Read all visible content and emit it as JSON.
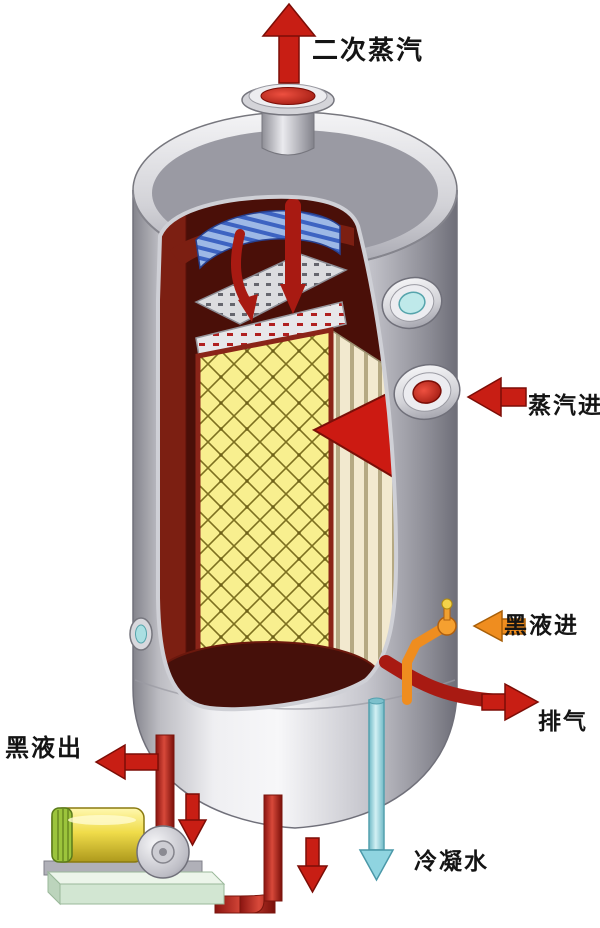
{
  "labels": {
    "secondary_steam": "二次蒸汽",
    "steam_in": "蒸汽进",
    "black_liquor_in": "黑液进",
    "exhaust": "排气",
    "condensate": "冷凝水",
    "black_liquor_out": "黑液出"
  },
  "colors": {
    "arrow_red": "#c81e14",
    "arrow_orange": "#ef8d1f",
    "arrow_cyan": "#8fd4e0",
    "pipe_red": "#a81a12",
    "vessel_gray": "#c9c9cf",
    "heater_yellow": "#f8ef8f",
    "liquor_dark": "#46100a",
    "pump_motor_yellow": "#f0dc4a",
    "pump_cap_green": "#9cc43c",
    "foundation_green": "#dcecd8"
  }
}
